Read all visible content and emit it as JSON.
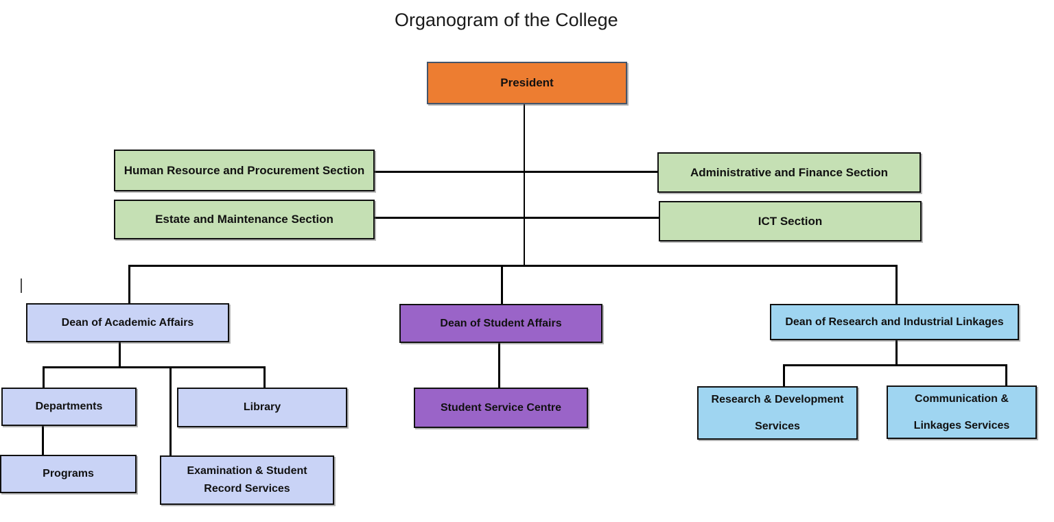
{
  "title": "Organogram of the College",
  "nodes": {
    "president": {
      "label": "President"
    },
    "hr": {
      "label": "Human Resource and Procurement Section"
    },
    "estate": {
      "label": "Estate and Maintenance Section"
    },
    "admin": {
      "label": "Administrative and Finance Section"
    },
    "ict": {
      "label": "ICT Section"
    },
    "dean_academic": {
      "label": "Dean of Academic Affairs"
    },
    "dean_student": {
      "label": "Dean of Student Affairs"
    },
    "dean_research": {
      "label": "Dean of Research and Industrial Linkages"
    },
    "departments": {
      "label": "Departments"
    },
    "library": {
      "label": "Library"
    },
    "programs": {
      "label": "Programs"
    },
    "exam": {
      "lines": [
        "Examination & Student",
        "Record Services"
      ]
    },
    "student_service": {
      "label": "Student Service Centre"
    },
    "rd_services": {
      "lines": [
        "Research & Development",
        "Services"
      ]
    },
    "comm_services": {
      "lines": [
        "Communication &",
        "Linkages Services"
      ]
    }
  },
  "colors": {
    "orange": "#ED7D31",
    "president_border": "#44546A",
    "green": "#C5E0B4",
    "lavender": "#C9D3F6",
    "purple": "#9A64C8",
    "blue": "#9FD5F1",
    "line": "#000000"
  }
}
